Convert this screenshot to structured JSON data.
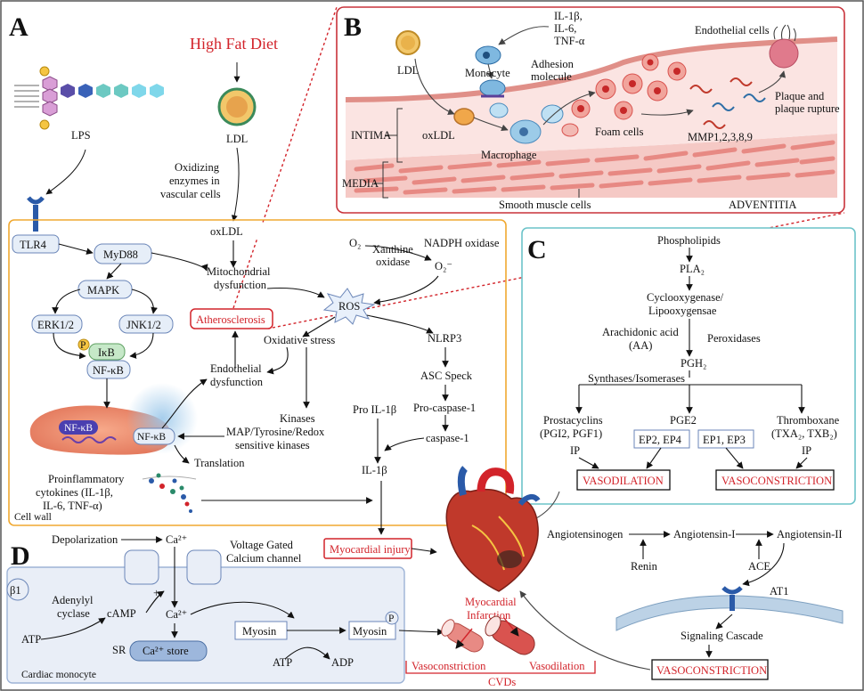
{
  "panels": {
    "a": {
      "letter": "A",
      "high_fat_diet": "High Fat Diet",
      "lps": "LPS",
      "ldl": "LDL",
      "oxidizing_1": "Oxidizing",
      "oxidizing_2": "enzymes in",
      "oxidizing_3": "vascular cells",
      "oxldl": "oxLDL",
      "tlr4": "TLR4",
      "myd88": "MyD88",
      "mapk": "MAPK",
      "erk": "ERK1/2",
      "jnk": "JNK1/2",
      "p": "P",
      "ikb": "IκB",
      "nfkb": "NF-κB",
      "mito_1": "Mitochondrial",
      "mito_2": "dysfunction",
      "o2": "O₂",
      "xanthine_1": "Xanthine",
      "xanthine_2": "oxidase",
      "nadph": "NADPH oxidase",
      "o2_minus": "O₂⁻",
      "ros": "ROS",
      "atherosclerosis": "Atherosclerosis",
      "oxidative_stress": "Oxidative stress",
      "endothelial_1": "Endothelial",
      "endothelial_2": "dysfunction",
      "nlrp3": "NLRP3",
      "asc": "ASC Speck",
      "pro_caspase": "Pro-caspase-1",
      "caspase": "caspase-1",
      "pro_il1b": "Pro IL-1β",
      "il1b": "IL-1β",
      "kinases_1": "Kinases",
      "kinases_2": "MAP/Tyrosine/Redox",
      "kinases_3": "sensitive kinases",
      "translation": "Translation",
      "proinf_1": "Proinflammatory",
      "proinf_2": "cytokines (IL-1β,",
      "proinf_3": "IL-6, TNF-α)",
      "cell_wall": "Cell wall",
      "myocardial_injury": "Myocardial injury"
    },
    "b": {
      "letter": "B",
      "ldl": "LDL",
      "cyto_1": "IL-1β,",
      "cyto_2": "IL-6,",
      "cyto_3": "TNF-α",
      "monocyte": "Monocyte",
      "adhesion_1": "Adhesion",
      "adhesion_2": "molecule",
      "endothelial_cells": "Endothelial cells",
      "plaque_1": "Plaque and",
      "plaque_2": "plaque rupture",
      "intima": "INTIMA",
      "oxldl": "oxLDL",
      "macrophage": "Macrophage",
      "foam": "Foam cells",
      "mmp": "MMP1,2,3,8,9",
      "media": "MEDIA",
      "smooth": "Smooth muscle cells",
      "adventitia": "ADVENTITIA"
    },
    "c": {
      "letter": "C",
      "phospholipids": "Phospholipids",
      "pla2": "PLA₂",
      "cox_1": "Cyclooxygenase/",
      "cox_2": "Lipooxygensae",
      "aa_1": "Arachidonic acid",
      "aa_2": "(AA)",
      "peroxidases": "Peroxidases",
      "pgh2": "PGH₂",
      "synthases": "Synthases/Isomerases",
      "prostacyclins_1": "Prostacyclins",
      "prostacyclins_2": "(PGI2, PGF1)",
      "ip": "IP",
      "pge2": "PGE2",
      "ep24": "EP2, EP4",
      "ep13": "EP1, EP3",
      "thromboxane_1": "Thromboxane",
      "thromboxane_2": "(TXA₂, TXB₂)",
      "ip2": "IP",
      "vasodilation": "VASODILATION",
      "vasoconstriction": "VASOCONSTRICTION"
    },
    "d": {
      "letter": "D",
      "depolarization": "Depolarization",
      "ca": "Ca²⁺",
      "vgcc_1": "Voltage Gated",
      "vgcc_2": "Calcium channel",
      "beta1": "β1",
      "adenylyl_1": "Adenylyl",
      "adenylyl_2": "cyclase",
      "camp": "cAMP",
      "plus": "+",
      "atp": "ATP",
      "sr": "SR",
      "ca_store": "Ca²⁺ store",
      "myosin": "Myosin",
      "atp2": "ATP",
      "adp": "ADP",
      "p": "P",
      "cardiac": "Cardiac monocyte",
      "vasoconstriction": "Vasoconstriction",
      "vasodilation": "Vasodilation",
      "cvds": "CVDs"
    },
    "center": {
      "myocardial_1": "Myocardial",
      "myocardial_2": "Infarction"
    },
    "ras": {
      "angiotensinogen": "Angiotensinogen",
      "angiotensin1": "Angiotensin-I",
      "angiotensin2": "Angiotensin-II",
      "renin": "Renin",
      "ace": "ACE",
      "at1": "AT1",
      "signaling": "Signaling Cascade",
      "vasoconstriction": "VASOCONSTRICTION"
    }
  },
  "colors": {
    "accent_red": "#d2232a",
    "panel_a_border": "#f0a830",
    "panel_b_border": "#c8323a",
    "panel_c_border": "#6cc3c9",
    "panel_d_fill": "#e9eef7",
    "node_fill": "#e6eef8",
    "node_stroke": "#6b86b8"
  }
}
